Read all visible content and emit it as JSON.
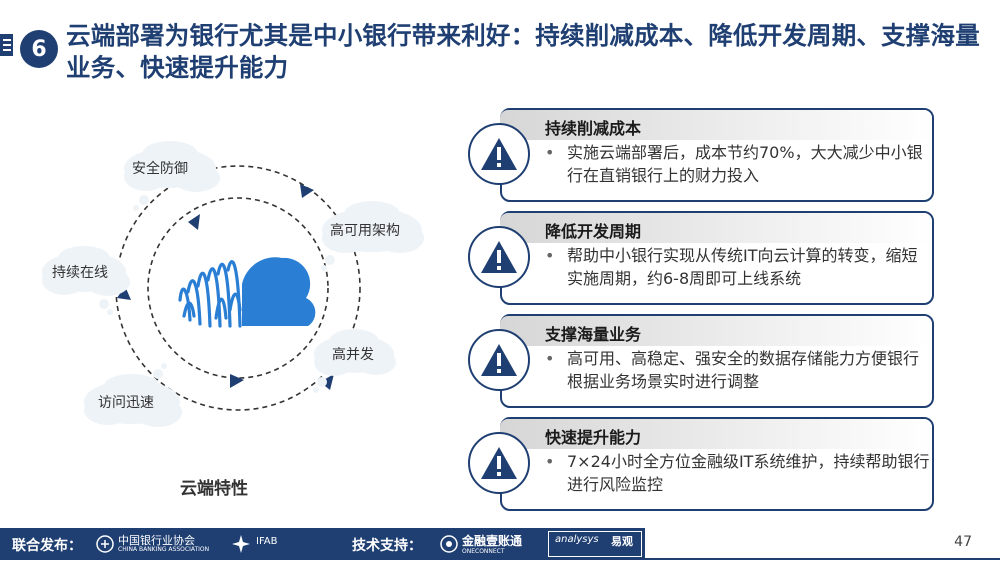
{
  "header": {
    "badge_number": "6",
    "title": "云端部署为银行尤其是中小银行带来利好：持续削减成本、降低开发周期、支撑海量业务、快速提升能力"
  },
  "diagram": {
    "labels": [
      "安全防御",
      "高可用架构",
      "持续在线",
      "高并发",
      "访问迅速"
    ],
    "caption": "云端特性"
  },
  "cards": [
    {
      "title": "持续削减成本",
      "text": "实施云端部署后，成本节约70%，大大减少中小银行在直销银行上的财力投入"
    },
    {
      "title": "降低开发周期",
      "text": "帮助中小银行实现从传统IT向云计算的转变，缩短实施周期，约6-8周即可上线系统"
    },
    {
      "title": "支撑海量业务",
      "text": "高可用、高稳定、强安全的数据存储能力方便银行根据业务场景实时进行调整"
    },
    {
      "title": "快速提升能力",
      "text": "7×24小时全方位金融级IT系统维护，持续帮助银行进行风险监控"
    }
  ],
  "footer": {
    "publish_label": "联合发布：",
    "partner1_cn": "中国银行业协会",
    "partner1_en": "CHINA BANKING ASSOCIATION",
    "partner2": "IFAB",
    "support_label": "技术支持：",
    "partner3_cn": "金融壹账通",
    "partner3_en": "ONECONNECT",
    "partner4_en": "analysys",
    "partner4_cn": "易观",
    "page_number": "47"
  },
  "colors": {
    "primary": "#1f3f73",
    "accent_blue": "#2a7fd4",
    "cloud_fill": "#eef3f8"
  }
}
